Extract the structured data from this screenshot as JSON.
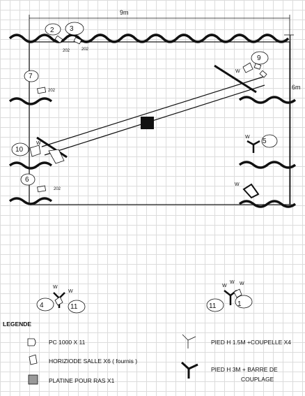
{
  "dimensions": {
    "width_label": "9m",
    "height_label": "6m"
  },
  "fixtures": {
    "f2": {
      "number": "2",
      "code": "202"
    },
    "f3": {
      "number": "3",
      "code": "202"
    },
    "f7": {
      "number": "7",
      "code": "202"
    },
    "f6": {
      "number": "6",
      "code": "202"
    },
    "f9": {
      "number": "9",
      "mark": "W"
    },
    "f10": {
      "number": "10",
      "mark": "W"
    },
    "f5": {
      "number": "5",
      "mark": "W"
    },
    "f_right_bottom": {
      "mark": "W"
    },
    "f4": {
      "number": "4",
      "mark": "W"
    },
    "f11a": {
      "number": "11",
      "mark": "W"
    },
    "f11b": {
      "number": "11",
      "mark": "W"
    },
    "f1": {
      "number": "1",
      "mark": "W",
      "mark2": "W"
    }
  },
  "legend": {
    "title": "LEGENDE",
    "items": [
      {
        "label": "PC 1000 X 11"
      },
      {
        "label": "HORIZIODE SALLE X6 ( fournis )"
      },
      {
        "label": "PLATINE POUR RAS X1"
      },
      {
        "label": "PIED H 1.5M +COUPELLE X4"
      },
      {
        "label": "PIED H 3M + BARRE DE",
        "label2": "COUPLAGE"
      }
    ]
  }
}
